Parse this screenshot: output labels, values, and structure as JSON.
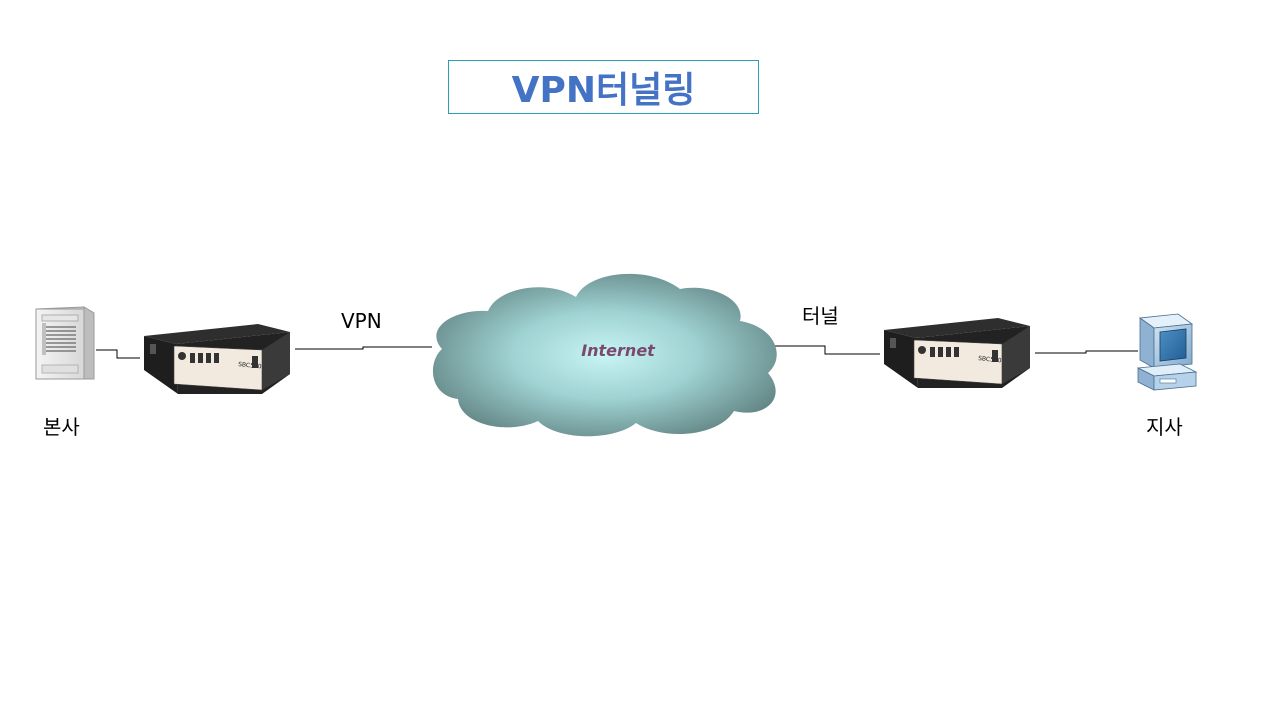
{
  "title": "VPN터널링",
  "labels": {
    "vpn": "VPN",
    "tunnel": "터널",
    "hq": "본사",
    "branch": "지사"
  },
  "cloud": {
    "text": "Internet",
    "colors": {
      "center": "#c8f4f4",
      "edge": "#5e7e7e",
      "text": "#7a4a6e"
    }
  },
  "router_model": "SBC5000",
  "colors": {
    "title_text": "#4472c4",
    "title_border": "#2aa0b8",
    "wire": "#000000"
  },
  "icons": [
    "server-icon",
    "router-icon",
    "cloud-icon",
    "desktop-computer-icon"
  ]
}
